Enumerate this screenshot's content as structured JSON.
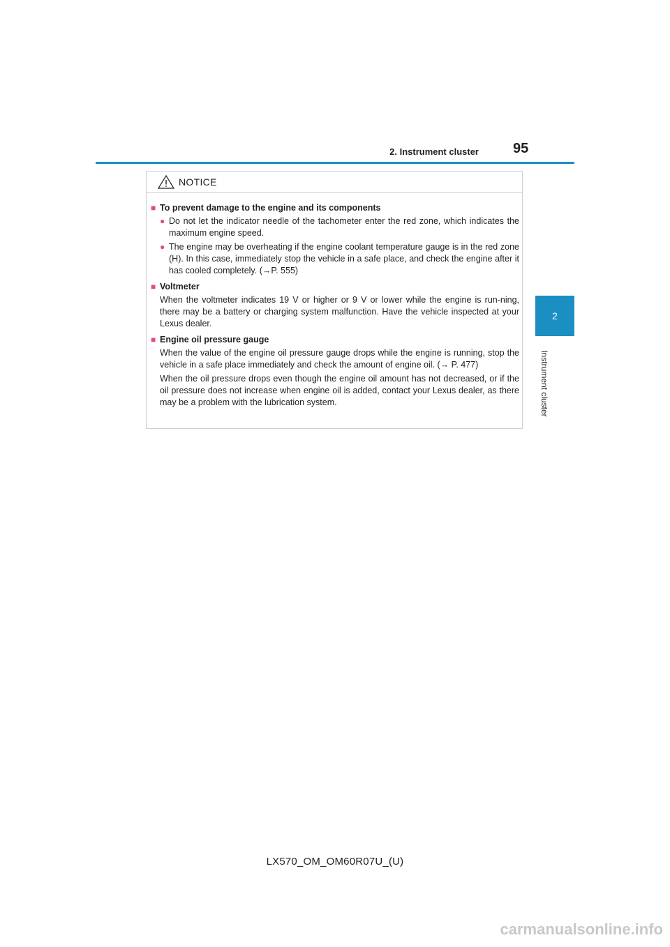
{
  "header": {
    "section_title": "2. Instrument cluster",
    "page_number": "95"
  },
  "side_tab": {
    "number": "2",
    "label": "Instrument cluster"
  },
  "notice": {
    "label": "NOTICE",
    "sections": [
      {
        "title": "To prevent damage to the engine and its components",
        "bullets": [
          "Do not let the indicator needle of the tachometer enter the red zone, which indicates the maximum engine speed.",
          "The engine may be overheating if the engine coolant temperature gauge is in the red zone (H). In this case, immediately stop the vehicle in a safe place, and check the engine after it has cooled completely. (→P. 555)"
        ]
      },
      {
        "title": "Voltmeter",
        "paragraphs": [
          "When the voltmeter indicates 19 V or higher or 9 V or lower while the engine is run-ning, there may be a battery or charging system malfunction. Have the vehicle inspected at your Lexus dealer."
        ]
      },
      {
        "title": "Engine oil pressure gauge",
        "paragraphs": [
          "When the value of the engine oil pressure gauge drops while the engine is running, stop the vehicle in a safe place immediately and check the amount of engine oil. (→ P. 477)",
          "When the oil pressure drops even though the engine oil amount has not decreased, or if the oil pressure does not increase when engine oil is added, contact your Lexus dealer, as there may be a problem with the lubrication system."
        ]
      }
    ]
  },
  "footer": {
    "code": "LX570_OM_OM60R07U_(U)"
  },
  "watermark": "carmanualsonline.info",
  "colors": {
    "accent": "#1b8ec2",
    "bullet": "#e0498f",
    "border": "#cfcfcf"
  }
}
